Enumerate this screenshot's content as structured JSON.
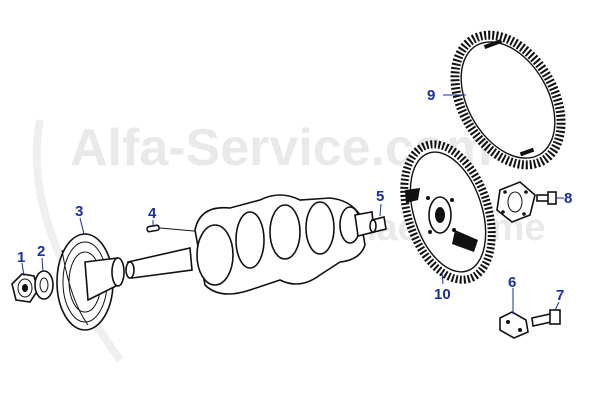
{
  "watermark": {
    "line1": "Alfa-Service.com",
    "line2": "Michael Hume",
    "color": "#e9e9e9"
  },
  "colors": {
    "callout": "#1a2ea8",
    "ink": "#111111"
  },
  "callouts": [
    {
      "id": "1",
      "label": "1"
    },
    {
      "id": "2",
      "label": "2"
    },
    {
      "id": "3",
      "label": "3"
    },
    {
      "id": "4",
      "label": "4"
    },
    {
      "id": "5",
      "label": "5"
    },
    {
      "id": "6",
      "label": "6"
    },
    {
      "id": "7",
      "label": "7"
    },
    {
      "id": "8",
      "label": "8"
    },
    {
      "id": "9",
      "label": "9"
    },
    {
      "id": "10",
      "label": "10"
    }
  ]
}
